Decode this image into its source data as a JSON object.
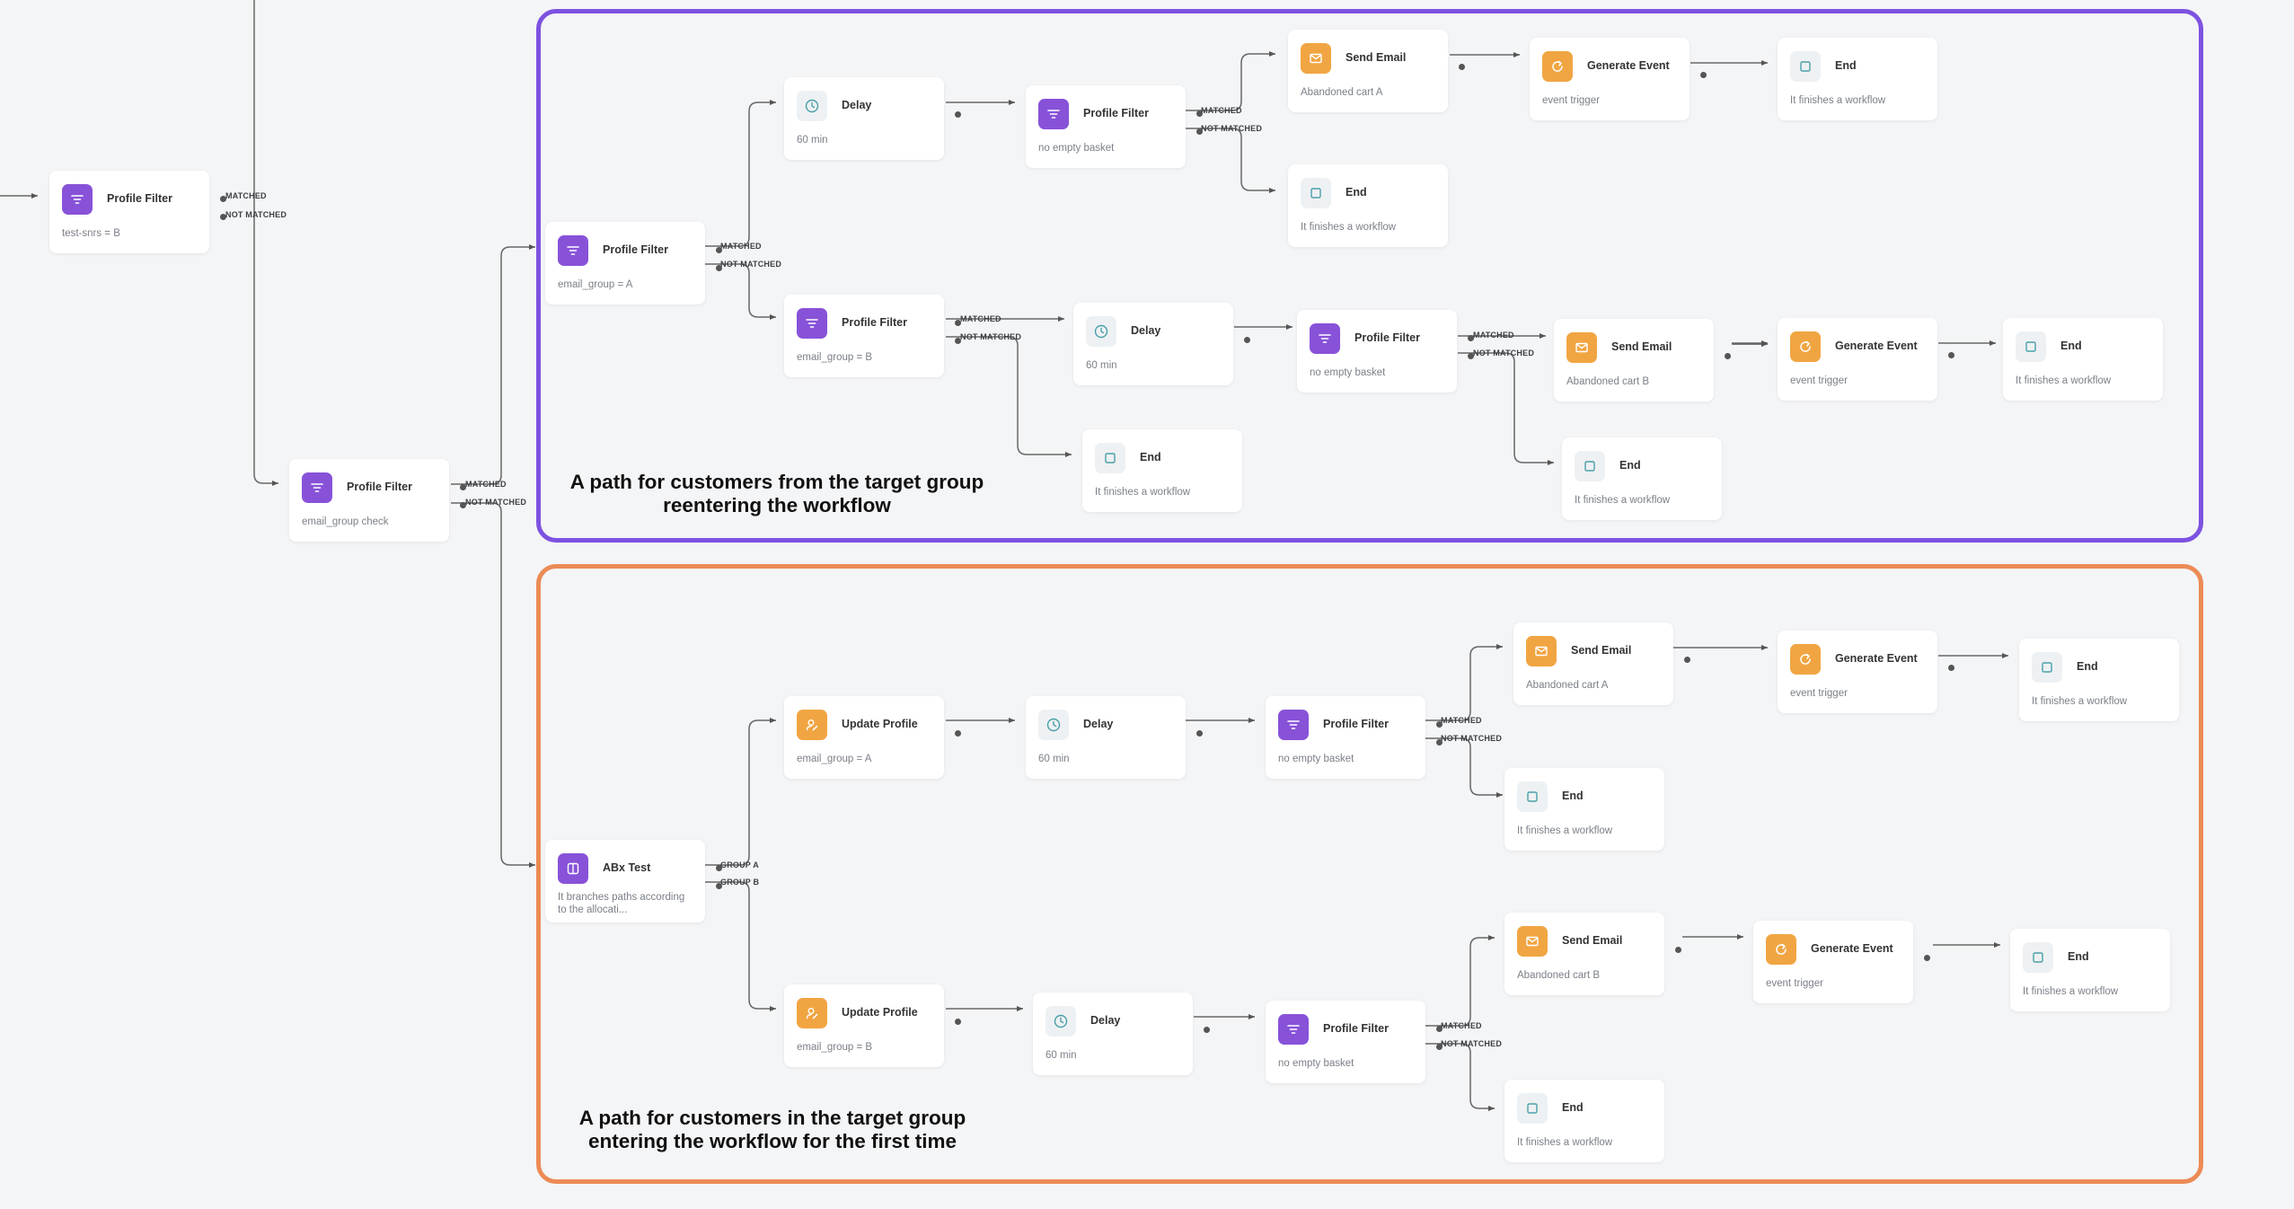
{
  "groups": [
    {
      "caption": "A path for customers from the target group\nreentering the workflow",
      "color": "#7d52e0"
    },
    {
      "caption": "A path for customers in the target group\nentering the workflow for the first time",
      "color": "#ec8b56"
    }
  ],
  "ports": {
    "matched": "MATCHED",
    "not_matched": "NOT MATCHED",
    "group_a": "GROUP A",
    "group_b": "GROUP B"
  },
  "nodes": [
    {
      "title": "Profile Filter",
      "sub": "test-snrs = B",
      "icon": "filter-icon"
    },
    {
      "title": "Profile Filter",
      "sub": "email_group check",
      "icon": "filter-icon"
    },
    {
      "title": "Profile Filter",
      "sub": "email_group = A",
      "icon": "filter-icon"
    },
    {
      "title": "Delay",
      "sub": "60 min",
      "icon": "clock-icon"
    },
    {
      "title": "Profile Filter",
      "sub": "no empty basket",
      "icon": "filter-icon"
    },
    {
      "title": "Send Email",
      "sub": "Abandoned cart A",
      "icon": "email-icon"
    },
    {
      "title": "Generate Event",
      "sub": "event trigger",
      "icon": "event-icon"
    },
    {
      "title": "End",
      "sub": "It finishes a workflow",
      "icon": "end-icon"
    },
    {
      "title": "End",
      "sub": "It finishes a workflow",
      "icon": "end-icon"
    },
    {
      "title": "Profile Filter",
      "sub": "email_group = B",
      "icon": "filter-icon"
    },
    {
      "title": "Delay",
      "sub": "60 min",
      "icon": "clock-icon"
    },
    {
      "title": "Profile Filter",
      "sub": "no empty basket",
      "icon": "filter-icon"
    },
    {
      "title": "Send Email",
      "sub": "Abandoned cart B",
      "icon": "email-icon"
    },
    {
      "title": "Generate Event",
      "sub": "event trigger",
      "icon": "event-icon"
    },
    {
      "title": "End",
      "sub": "It finishes a workflow",
      "icon": "end-icon"
    },
    {
      "title": "End",
      "sub": "It finishes a workflow",
      "icon": "end-icon"
    },
    {
      "title": "End",
      "sub": "It finishes a workflow",
      "icon": "end-icon"
    },
    {
      "title": "ABx Test",
      "sub": "It branches paths according to the allocati...",
      "icon": "ab-test-icon"
    },
    {
      "title": "Update Profile",
      "sub": "email_group = A",
      "icon": "update-profile-icon"
    },
    {
      "title": "Delay",
      "sub": "60 min",
      "icon": "clock-icon"
    },
    {
      "title": "Profile Filter",
      "sub": "no empty basket",
      "icon": "filter-icon"
    },
    {
      "title": "Send Email",
      "sub": "Abandoned cart A",
      "icon": "email-icon"
    },
    {
      "title": "Generate Event",
      "sub": "event trigger",
      "icon": "event-icon"
    },
    {
      "title": "End",
      "sub": "It finishes a workflow",
      "icon": "end-icon"
    },
    {
      "title": "End",
      "sub": "It finishes a workflow",
      "icon": "end-icon"
    },
    {
      "title": "Update Profile",
      "sub": "email_group = B",
      "icon": "update-profile-icon"
    },
    {
      "title": "Delay",
      "sub": "60 min",
      "icon": "clock-icon"
    },
    {
      "title": "Profile Filter",
      "sub": "no empty basket",
      "icon": "filter-icon"
    },
    {
      "title": "Send Email",
      "sub": "Abandoned cart B",
      "icon": "email-icon"
    },
    {
      "title": "Generate Event",
      "sub": "event trigger",
      "icon": "event-icon"
    },
    {
      "title": "End",
      "sub": "It finishes a workflow",
      "icon": "end-icon"
    },
    {
      "title": "End",
      "sub": "It finishes a workflow",
      "icon": "end-icon"
    }
  ]
}
